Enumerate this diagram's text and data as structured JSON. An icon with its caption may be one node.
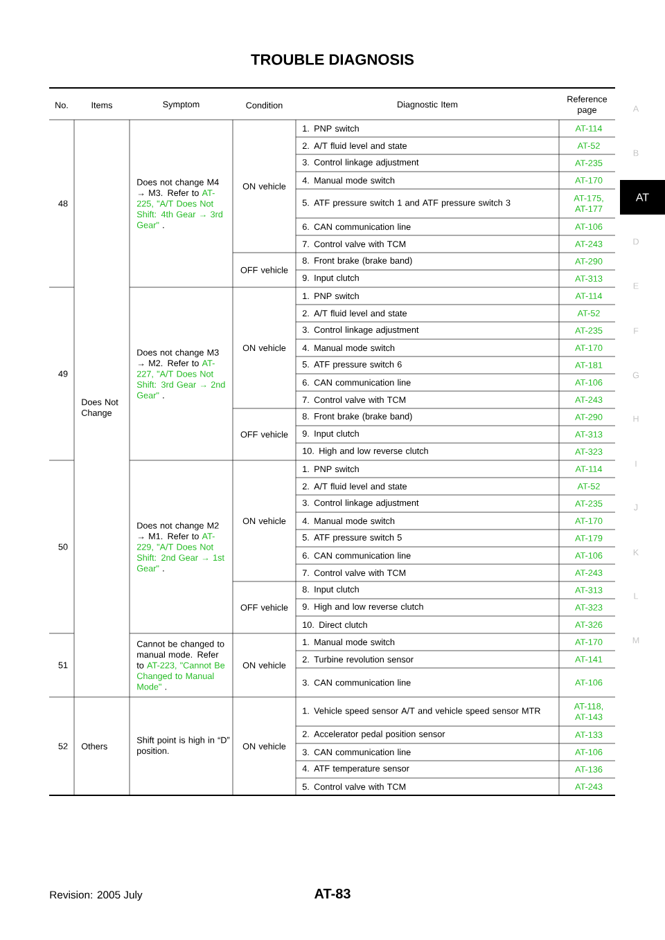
{
  "diagram": {
    "title": "TROUBLE DIAGNOSIS",
    "labels": [
      "No.",
      "Items",
      "Symptom",
      "Condition",
      "Diagnostic Item",
      "Reference page",
      "48",
      "Does Not Change",
      "Does not change M4 → M3. Refer to",
      "AT-225, \"A/T Does Not Shift: 4th Gear → 3rd Gear\"",
      ".",
      "ON vehicle",
      "1. PNP switch",
      "AT-114",
      "2. A/T fluid level and state",
      "AT-52",
      "3. Control linkage adjustment",
      "AT-235",
      "4. Manual mode switch",
      "AT-170",
      "5. ATF pressure switch 1 and ATF pressure switch 3",
      "AT-175, AT-177",
      "6. CAN communication line",
      "AT-106",
      "7. Control valve with TCM",
      "AT-243",
      "OFF vehicle",
      "8. Front brake (brake band)",
      "AT-290",
      "9. Input clutch",
      "AT-313",
      "49",
      "Does not change M3 → M2. Refer to",
      "AT-227, \"A/T Does Not Shift: 3rd Gear → 2nd Gear\"",
      ".",
      "ON vehicle",
      "1. PNP switch",
      "AT-114",
      "2. A/T fluid level and state",
      "AT-52",
      "3. Control linkage adjustment",
      "AT-235",
      "4. Manual mode switch",
      "AT-170",
      "5. ATF pressure switch 6",
      "AT-181",
      "6. CAN communication line",
      "AT-106",
      "7. Control valve with TCM",
      "AT-243",
      "OFF vehicle",
      "8. Front brake (brake band)",
      "AT-290",
      "9. Input clutch",
      "AT-313",
      "10. High and low reverse clutch",
      "AT-323",
      "50",
      "Does not change M2 → M1. Refer to",
      "AT-229, \"A/T Does Not Shift: 2nd Gear → 1st Gear\"",
      ".",
      "ON vehicle",
      "1. PNP switch",
      "AT-114",
      "2. A/T fluid level and state",
      "AT-52",
      "3. Control linkage adjustment",
      "AT-235",
      "4. Manual mode switch",
      "AT-170",
      "5. ATF pressure switch 5",
      "AT-179",
      "6. CAN communication line",
      "AT-106",
      "7. Control valve with TCM",
      "AT-243",
      "OFF vehicle",
      "8. Input clutch",
      "AT-313",
      "9. High and low reverse clutch",
      "AT-323",
      "10. Direct clutch",
      "AT-326",
      "51",
      "Cannot be changed to manual mode. Refer to",
      "AT-223, \"Cannot Be Changed to Manual Mode\"",
      ".",
      "ON vehicle",
      "1. Manual mode switch",
      "AT-170",
      "2. Turbine revolution sensor",
      "AT-141",
      "3. CAN communication line",
      "AT-106",
      "52",
      "Others",
      "Shift point is high in “D” position.",
      "ON vehicle",
      "1. Vehicle speed sensor A/T and vehicle speed sensor MTR",
      "AT-118, AT-143",
      "2. Accelerator pedal position sensor",
      "AT-133",
      "3. CAN communication line",
      "AT-106",
      "4. ATF temperature sensor",
      "AT-136",
      "5. Control valve with TCM",
      "AT-243",
      "A",
      "B",
      "AT",
      "D",
      "E",
      "F",
      "G",
      "H",
      "I",
      "J",
      "K",
      "L",
      "M",
      "Revision: 2005 July",
      "AT-83"
    ]
  }
}
